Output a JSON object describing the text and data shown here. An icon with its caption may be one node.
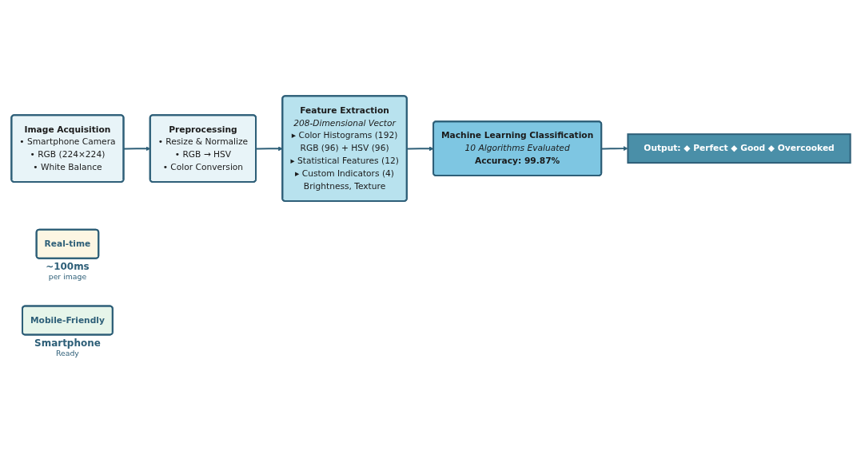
{
  "diagram": {
    "nodes": [
      {
        "text": [
          "Image Acquisition",
          "• Smartphone Camera",
          "• RGB (224×224)",
          "• White Balance"
        ]
      },
      {
        "text": [
          "Preprocessing",
          "• Resize & Normalize",
          "• RGB → HSV",
          "• Color Conversion"
        ]
      },
      {
        "text": [
          "Feature Extraction",
          "208-Dimensional Vector",
          "▸ Color Histograms (192)",
          "RGB (96) + HSV (96)",
          "▸ Statistical Features (12)",
          "▸ Custom Indicators (4)",
          "Brightness, Texture"
        ]
      },
      {
        "text": [
          "Machine Learning Classification",
          "10 Algorithms Evaluated",
          "Accuracy: 99.87%"
        ]
      },
      {
        "text": [
          "Output: ◆ Perfect ◆ Good ◆ Overcooked"
        ]
      },
      {
        "text": [
          "Real-time"
        ],
        "beside": [
          "~100ms",
          "per image"
        ]
      },
      {
        "text": [
          "Mobile-Friendly"
        ],
        "beside": [
          "Smartphone",
          "Ready"
        ]
      }
    ],
    "edges": [
      {
        "from": 0,
        "to": 1,
        "arrow": "to"
      },
      {
        "from": 1,
        "to": 2,
        "arrow": "to"
      },
      {
        "from": 2,
        "to": 3,
        "arrow": "to"
      },
      {
        "from": 3,
        "to": 4,
        "arrow": "to"
      }
    ]
  }
}
